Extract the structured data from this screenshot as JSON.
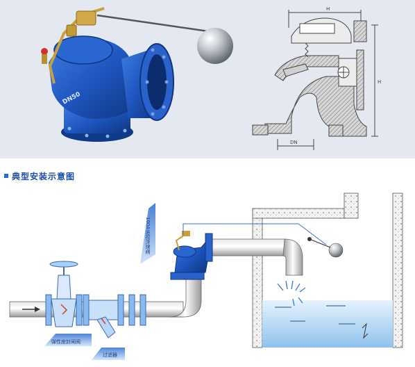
{
  "section_heading": "典型安装示意图",
  "valve_nameplate": "DN50",
  "dimension_labels": {
    "h_top": "H",
    "h_side": "H",
    "dn": "DN"
  },
  "installation_labels": {
    "gate_valve": "弹性座封闸阀",
    "strainer": "过滤器",
    "float_valve": "100A遥控浮球阀"
  },
  "colors": {
    "valve_blue": "#1f56c0",
    "valve_dark": "#123a8c",
    "water": "#9ec8f0",
    "brass": "#c9a040",
    "panel_bg": "#e4e8f0",
    "heading": "#1b4fa8"
  },
  "icons": [
    "float-ball-icon",
    "flow-arrow-icon",
    "handwheel-icon"
  ]
}
